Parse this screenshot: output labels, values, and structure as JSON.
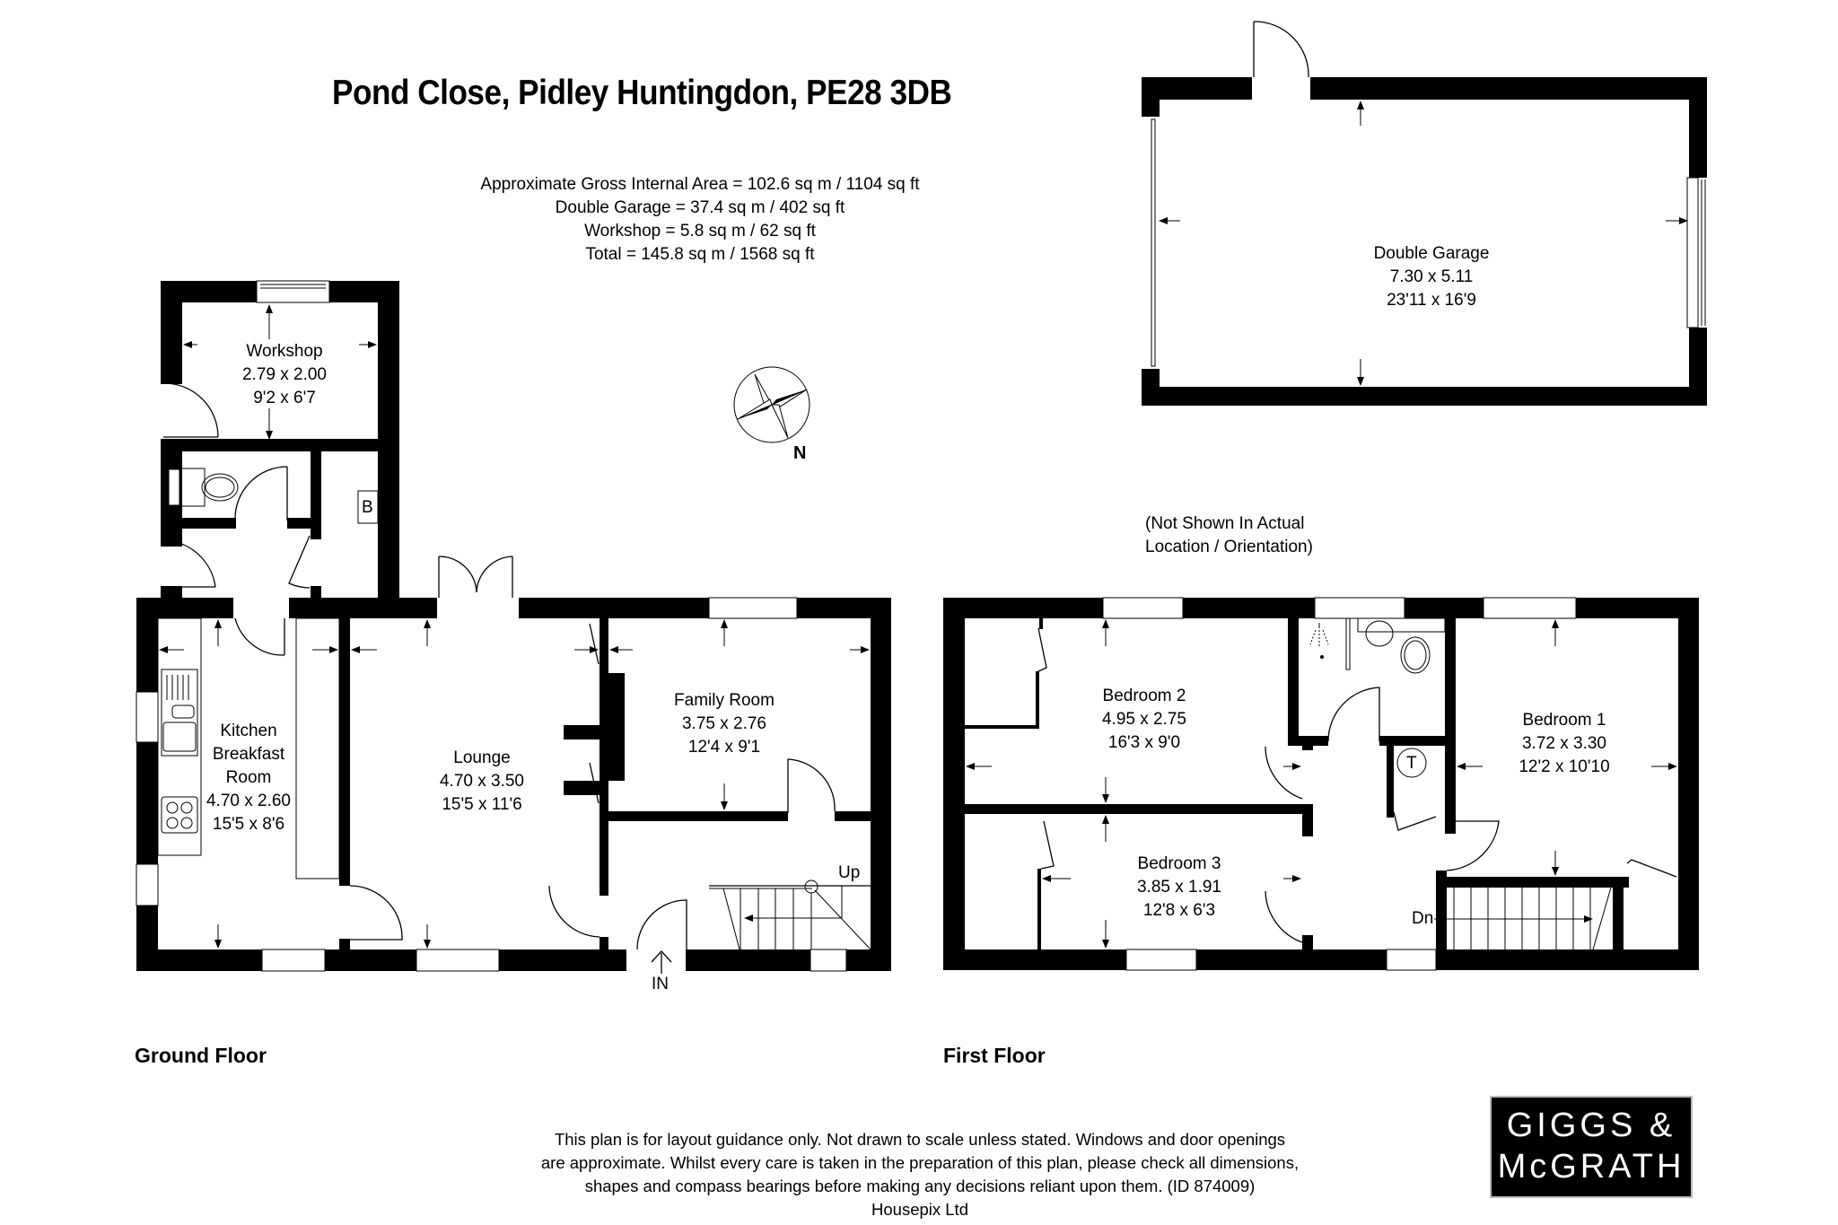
{
  "header": {
    "title": "Pond Close, Pidley Huntingdon, PE28 3DB"
  },
  "areas": {
    "gross_internal": "Approximate Gross Internal Area = 102.6 sq m / 1104 sq ft",
    "double_garage": "Double Garage = 37.4 sq m / 402 sq ft",
    "workshop": "Workshop = 5.8 sq m / 62 sq ft",
    "total": "Total = 145.8 sq m / 1568 sq ft"
  },
  "compass": {
    "label": "N",
    "icon": "compass-rose-icon"
  },
  "ground_floor": {
    "label": "Ground Floor",
    "rooms": [
      {
        "name": "Workshop",
        "metric": "2.79 x 2.00",
        "imperial": "9'2 x 6'7"
      },
      {
        "name": "Kitchen\nBreakfast\nRoom",
        "line1": "Kitchen",
        "line2": "Breakfast",
        "line3": "Room",
        "metric": "4.70 x 2.60",
        "imperial": "15'5 x 8'6"
      },
      {
        "name": "Lounge",
        "metric": "4.70 x 3.50",
        "imperial": "15'5 x 11'6"
      },
      {
        "name": "Family Room",
        "metric": "3.75 x 2.76",
        "imperial": "12'4 x 9'1"
      }
    ],
    "boiler_label": "B",
    "stairs_label": "Up",
    "entrance_label": "IN"
  },
  "first_floor": {
    "label": "First Floor",
    "rooms": [
      {
        "name": "Bedroom 2",
        "metric": "4.95 x 2.75",
        "imperial": "16'3 x 9'0"
      },
      {
        "name": "Bedroom 3",
        "metric": "3.85 x 1.91",
        "imperial": "12'8 x 6'3"
      },
      {
        "name": "Bedroom 1",
        "metric": "3.72 x 3.30",
        "imperial": "12'2 x 10'10"
      }
    ],
    "tank_label": "T",
    "stairs_label": "Dn"
  },
  "garage": {
    "name": "Double Garage",
    "metric": "7.30 x 5.11",
    "imperial": "23'11 x 16'9",
    "note_line1": "(Not Shown In Actual",
    "note_line2": "Location / Orientation)"
  },
  "footer": {
    "disclaimer_line1": "This plan is for layout guidance only. Not drawn to scale unless stated. Windows and door openings",
    "disclaimer_line2": "are approximate. Whilst every care is taken in the preparation of this plan, please check all dimensions,",
    "disclaimer_line3": "shapes and compass bearings before making any decisions reliant upon them. (ID 874009)",
    "credit": "Housepix Ltd"
  },
  "logo": {
    "line1": "GIGGS &",
    "line2": "McGRATH",
    "background": "#000000",
    "text_color": "#ffffff"
  }
}
